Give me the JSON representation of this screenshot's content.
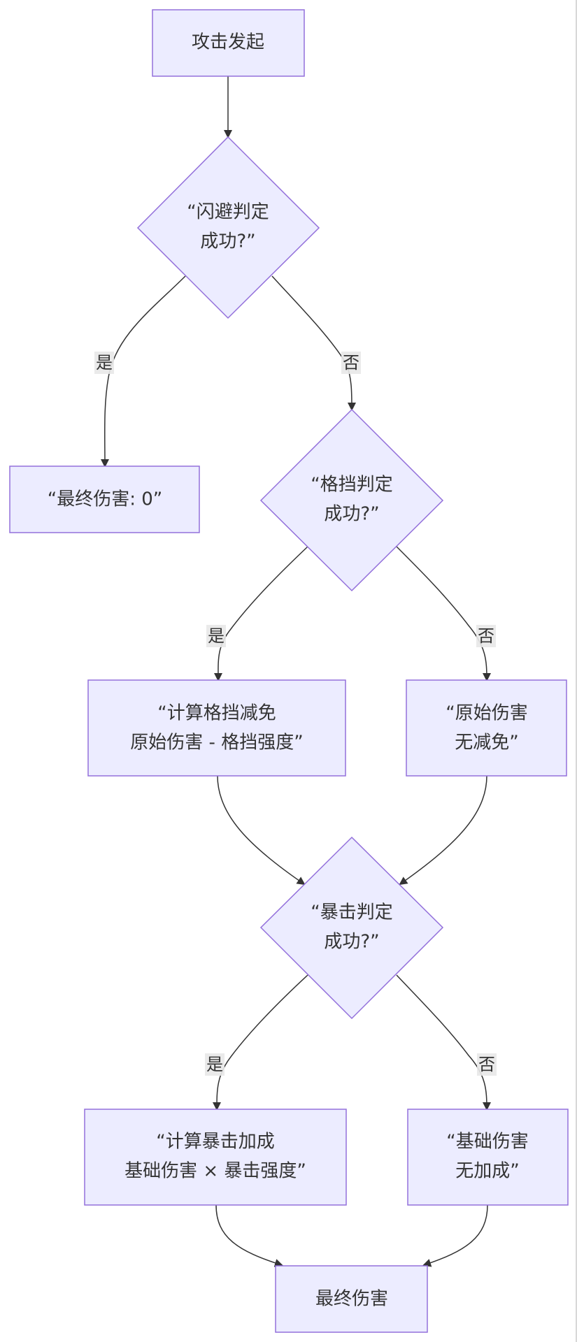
{
  "nodes": {
    "start": "攻击发起",
    "dodge_line1": "“闪避判定",
    "dodge_line2": "成功?”",
    "zero": "“最终伤害: 0”",
    "block_line1": "“格挡判定",
    "block_line2": "成功?”",
    "blockcalc_line1": "“计算格挡减免",
    "blockcalc_line2": "原始伤害 - 格挡强度”",
    "raw_line1": "“原始伤害",
    "raw_line2": "无减免”",
    "crit_line1": "“暴击判定",
    "crit_line2": "成功?”",
    "critcalc_line1": "“计算暴击加成",
    "critcalc_line2": "基础伤害 × 暴击强度”",
    "base_line1": "“基础伤害",
    "base_line2": "无加成”",
    "final": "最终伤害"
  },
  "edge_labels": {
    "dodge_yes": "是",
    "dodge_no": "否",
    "block_yes": "是",
    "block_no": "否",
    "crit_yes": "是",
    "crit_no": "否"
  }
}
